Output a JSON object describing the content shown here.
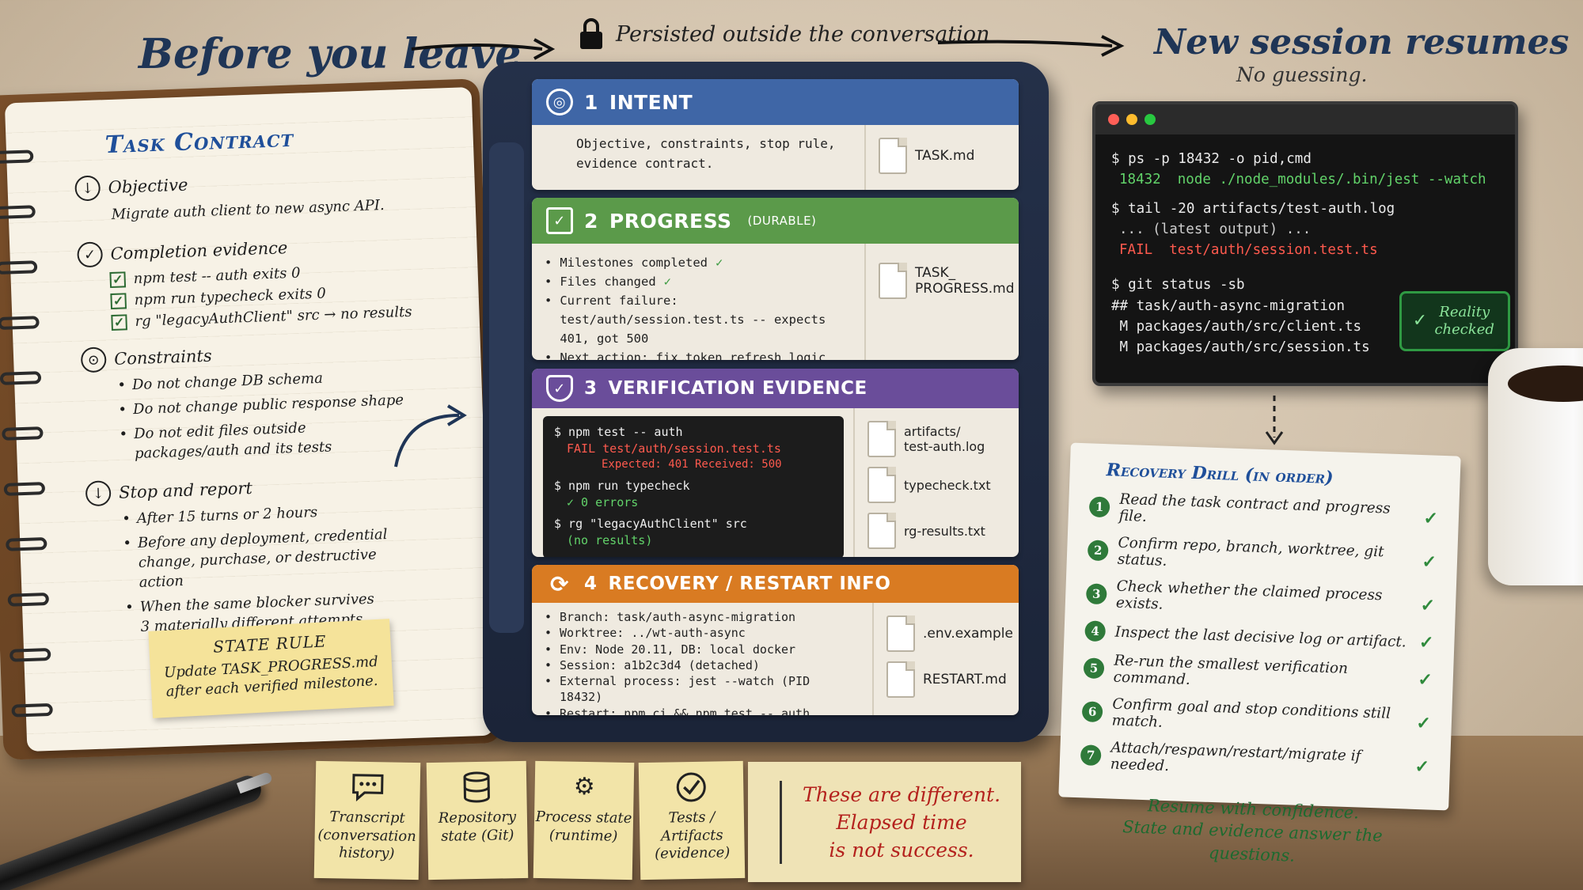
{
  "header": {
    "left": "Before you leave",
    "center": "Persisted outside the conversation",
    "right_title": "New session resumes",
    "right_subtitle": "No guessing."
  },
  "notebook": {
    "title": "Task Contract",
    "objective": {
      "label": "Objective",
      "text": "Migrate auth client to new async API."
    },
    "evidence": {
      "label": "Completion evidence",
      "items": [
        "npm test -- auth exits 0",
        "npm run typecheck exits 0",
        "rg \"legacyAuthClient\" src → no results"
      ]
    },
    "constraints": {
      "label": "Constraints",
      "items": [
        "Do not change DB schema",
        "Do not change public response shape",
        "Do not edit files outside packages/auth and its tests"
      ]
    },
    "stop": {
      "label": "Stop and report",
      "items": [
        "After 15 turns or 2 hours",
        "Before any deployment, credential change, purchase, or destructive action",
        "When the same blocker survives 3 materially different attempts"
      ]
    },
    "state_rule": {
      "title": "STATE RULE",
      "text": "Update TASK_PROGRESS.md after each verified milestone."
    }
  },
  "cards": {
    "intent": {
      "num": "1",
      "title": "INTENT",
      "color": "#3f66a6",
      "body": "Objective, constraints, stop rule, evidence contract.",
      "files": [
        "TASK.md"
      ]
    },
    "progress": {
      "num": "2",
      "title": "PROGRESS",
      "tag": "(DURABLE)",
      "color": "#5b9a4a",
      "items": [
        "Milestones completed",
        "Files changed",
        "Current failure: test/auth/session.test.ts -- expects 401, got 500",
        "Next action: fix token refresh logic"
      ],
      "check": "✓",
      "files": [
        "TASK_ PROGRESS.md"
      ]
    },
    "verification": {
      "num": "3",
      "title": "VERIFICATION EVIDENCE",
      "color": "#6a4d9a",
      "terminal": {
        "l1": "$ npm test -- auth",
        "l2a": "FAIL",
        "l2b": " test/auth/session.test.ts",
        "l3": "Expected: 401 Received: 500",
        "l4": "$ npm run typecheck",
        "l5": "✓ 0 errors",
        "l6": "$ rg \"legacyAuthClient\" src",
        "l7": "(no results)"
      },
      "files": [
        "artifacts/ test-auth.log",
        "typecheck.txt",
        "rg-results.txt"
      ]
    },
    "recovery": {
      "num": "4",
      "title": "RECOVERY / RESTART INFO",
      "color": "#d97b22",
      "items": [
        "Branch: task/auth-async-migration",
        "Worktree: ../wt-auth-async",
        "Env: Node 20.11, DB: local docker",
        "Session: a1b2c3d4  (detached)",
        "External process: jest --watch (PID 18432)",
        "Restart: npm ci && npm test -- auth"
      ],
      "files": [
        ".env.example",
        "RESTART.md"
      ]
    }
  },
  "terminal": {
    "c1": "$ ps -p 18432 -o pid,cmd",
    "o1a": "18432",
    "o1b": "node ./node_modules/.bin/jest --watch",
    "c2": "$ tail -20 artifacts/test-auth.log",
    "o2": "... (latest output) ...",
    "o3a": "FAIL",
    "o3b": "test/auth/session.test.ts",
    "c3": "$ git status -sb",
    "o4": "## task/auth-async-migration",
    "o5": " M packages/auth/src/client.ts",
    "o6": " M packages/auth/src/session.ts",
    "badge": "Reality checked"
  },
  "drill": {
    "title": "Recovery Drill (in order)",
    "steps": [
      "Read the task contract and progress file.",
      "Confirm repo, branch, worktree, git status.",
      "Check whether the claimed process exists.",
      "Inspect the last decisive log or artifact.",
      "Re-run the smallest verification command.",
      "Confirm goal and stop conditions still match.",
      "Attach/respawn/restart/migrate if needed."
    ],
    "check": "✓",
    "footer1": "Resume with confidence.",
    "footer2": "State and evidence answer the questions."
  },
  "stickies": [
    {
      "icon": "speech-bubble-icon",
      "label": "Transcript (conversation history)"
    },
    {
      "icon": "database-icon",
      "label": "Repository state (Git)"
    },
    {
      "icon": "gear-icon",
      "label": "Process state (runtime)"
    },
    {
      "icon": "check-circle-icon",
      "label": "Tests / Artifacts (evidence)"
    }
  ],
  "warning": {
    "l1": "These are different.",
    "l2": "Elapsed time",
    "l3": "is not success."
  }
}
